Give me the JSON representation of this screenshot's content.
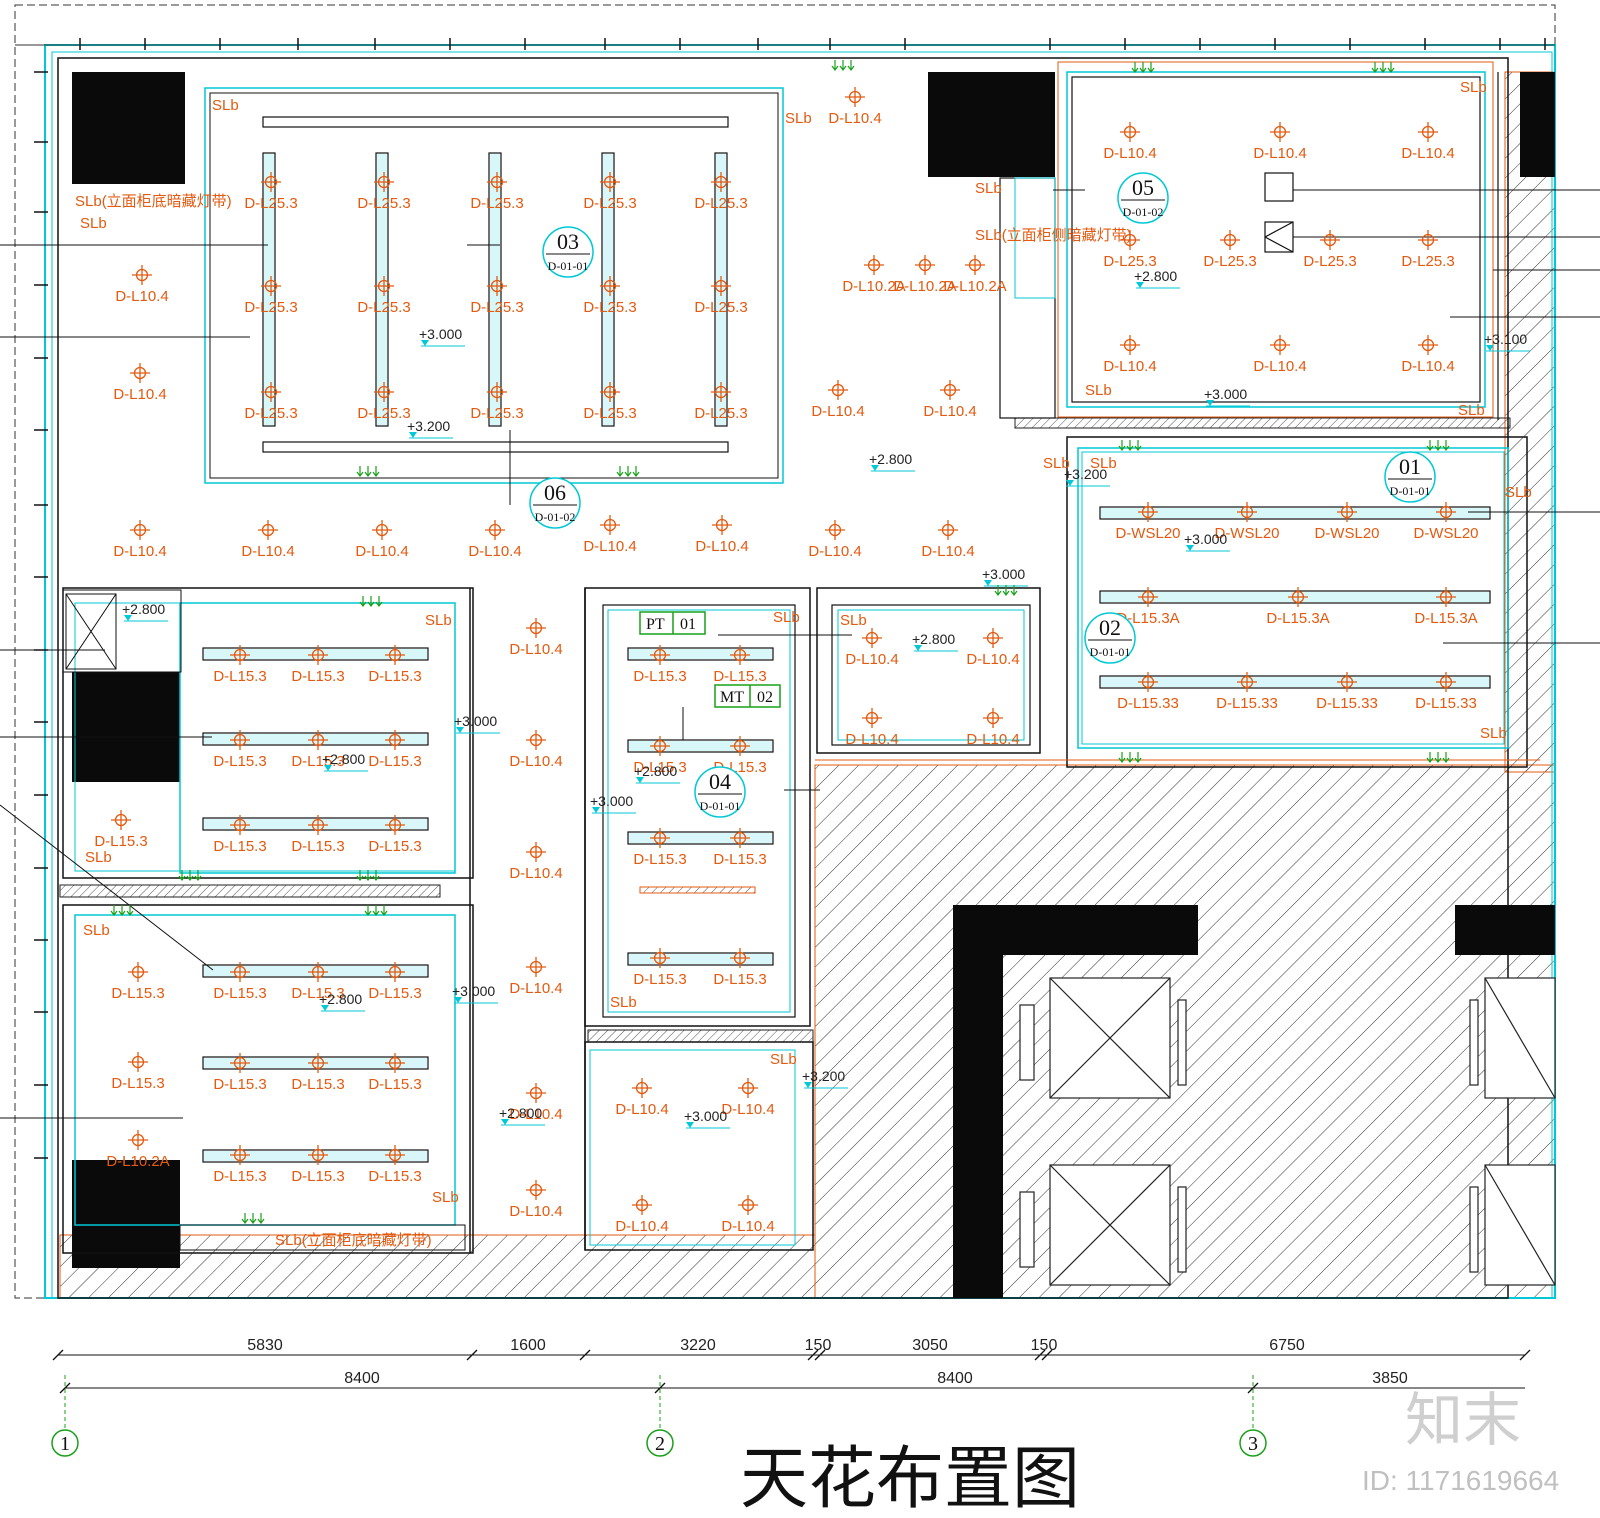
{
  "drawing": {
    "title": "天花布置图",
    "watermark_brand": "知末",
    "watermark_id": "ID: 1171619664"
  },
  "colors": {
    "fixture": "#e35a10",
    "cyan_line": "#00c8d6",
    "wall": "#111111",
    "hatch": "#333333",
    "axis_green": "#19a019"
  },
  "dimensions": {
    "top_row": [
      "5830",
      "1600",
      "3220",
      "150",
      "3050",
      "150",
      "6750"
    ],
    "bottom_row": [
      "8400",
      "8400",
      "3850"
    ]
  },
  "axes": [
    "1",
    "2",
    "3"
  ],
  "section_tags": [
    {
      "num": "03",
      "ref": "D-01-01"
    },
    {
      "num": "06",
      "ref": "D-01-02"
    },
    {
      "num": "05",
      "ref": "D-01-02"
    },
    {
      "num": "01",
      "ref": "D-01-01"
    },
    {
      "num": "02",
      "ref": "D-01-01"
    },
    {
      "num": "04",
      "ref": "D-01-01"
    }
  ],
  "material_tags": [
    {
      "code": "PT",
      "num": "01"
    },
    {
      "code": "MT",
      "num": "02"
    }
  ],
  "strip_labels": {
    "slb": "SLb",
    "slb_cabinet_bottom": "SLb(立面柜底暗藏灯带)",
    "slb_cabinet_side": "SLb(立面柜侧暗藏灯带)"
  },
  "fixture_types": [
    "D-L10.4",
    "D-L25.3",
    "D-L15.3",
    "D-L10.2A",
    "D-WSL20",
    "D-L15.3A",
    "D-L15.33"
  ],
  "elevation_labels": [
    "+3.000",
    "+3.200",
    "+2.800",
    "+3.100"
  ]
}
